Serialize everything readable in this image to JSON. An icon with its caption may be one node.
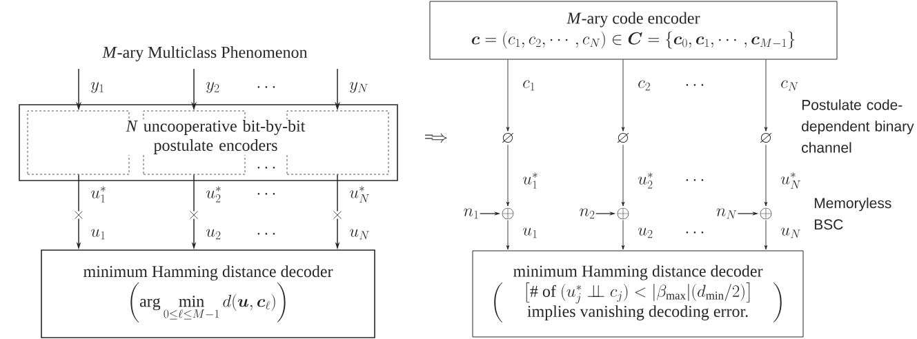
{
  "diagram": {
    "nodes": [
      {
        "text": [],
        "shape": "box"
      },
      {
        "text": [],
        "shape": "box",
        "in": 0
      },
      {
        "text": [
          "*N* uncooperative bit-by-bit postulate encoders"
        ],
        "in": 0
      },
      {
        "text": [],
        "shape": "box",
        "in": 0
      },
      {
        "text": [],
        "shape": "cross"
      },
      {
        "text": [],
        "shape": "cross"
      },
      {
        "text": [],
        "shape": "cross"
      },
      {
        "text": [
          "minimum Hamming distance decoder",
          "\\left(\\arg\\min_{0\\le\\ell\\le M-1} d(\\boldsymbol{u},\\boldsymbol{c}_\\ell)\\right)"
        ]
      },
      {
        "text": [
          "*M*-ary code encoder",
          "\\boldsymbol{c}=(c_1,c_2,\\cdots,c_N)\\in\\boldsymbol{C}=\\{\\boldsymbol{c}_0,\\boldsymbol{c}_1,\\cdots,\\boldsymbol{c}_{M-1}\\}"
        ]
      },
      {
        "text": [
          "\\varnothing"
        ]
      },
      {
        "text": [
          "\\varnothing"
        ]
      },
      {
        "text": [
          "\\varnothing"
        ]
      },
      {
        "text": [
          "n_1"
        ]
      },
      {
        "text": [
          "n_2"
        ]
      },
      {
        "text": [
          "n_N"
        ]
      },
      {
        "text": [
          "\\oplus"
        ]
      },
      {
        "text": [
          "\\oplus"
        ]
      },
      {
        "text": [
          "\\oplus"
        ]
      },
      {
        "text": [
          "minimum Hamming distance decoder",
          "\\left(\\quad\\begin{array}{c}\\big[\\#\\text{ of }(u_j^*\\perp\\!\\!\\!\\perp c_j)<|\\beta_{\\max}|(d_{\\min}/2)\\big]\\\\ \\text{implies vanishing decoding error.}\\end{array}\\quad\\right)"
        ]
      }
    ],
    "edges": [
      {
        "from": null,
        "to": 1,
        "arrow": "to",
        "label": "y_1"
      },
      {
        "from": null,
        "to": 2,
        "arrow": "to",
        "label": "y_2"
      },
      {
        "from": null,
        "to": 3,
        "arrow": "to",
        "label": "y_N"
      },
      {
        "from": 1,
        "to": 4,
        "arrow": "none",
        "label": "u^*_1"
      },
      {
        "from": 2,
        "to": 5,
        "arrow": "none",
        "label": "u^*_2"
      },
      {
        "from": 3,
        "to": 6,
        "arrow": "none",
        "label": "u^*_N"
      },
      {
        "from": 4,
        "to": 7,
        "arrow": "to",
        "label": "u_1"
      },
      {
        "from": 5,
        "to": 7,
        "arrow": "to",
        "label": "u_2"
      },
      {
        "from": 6,
        "to": 7,
        "arrow": "to",
        "label": "u_N"
      },
      {
        "from": 8,
        "to": 9,
        "arrow": "to",
        "label": "c_1"
      },
      {
        "from": 8,
        "to": 10,
        "arrow": "to",
        "label": "c_2"
      },
      {
        "from": 8,
        "to": 11,
        "arrow": "to",
        "label": "c_N"
      },
      {
        "from": 9,
        "to": 15,
        "arrow": "to",
        "label": "u^*_1"
      },
      {
        "from": 10,
        "to": 16,
        "arrow": "to",
        "label": "u^*_2"
      },
      {
        "from": 11,
        "to": 17,
        "arrow": "to",
        "label": "u^*_N"
      },
      {
        "from": 12,
        "to": 15,
        "arrow": "to"
      },
      {
        "from": 13,
        "to": 16,
        "arrow": "to"
      },
      {
        "from": 14,
        "to": 17,
        "arrow": "to"
      },
      {
        "from": 15,
        "to": 18,
        "arrow": "to",
        "label": "u_1"
      },
      {
        "from": 16,
        "to": 18,
        "arrow": "to",
        "label": "u_2"
      },
      {
        "from": 17,
        "to": 18,
        "arrow": "to",
        "label": "u_N"
      }
    ],
    "labels": [
      "*M*-ary Multiclass Phenomenon",
      "\\cdots",
      "\\cdots",
      "\\cdots",
      "\\cdots",
      "\\Longrightarrow",
      "\\cdots",
      "Postulate code-dependent binary channel",
      "\\cdots",
      "Memoryless BSC",
      "\\cdots"
    ]
  }
}
